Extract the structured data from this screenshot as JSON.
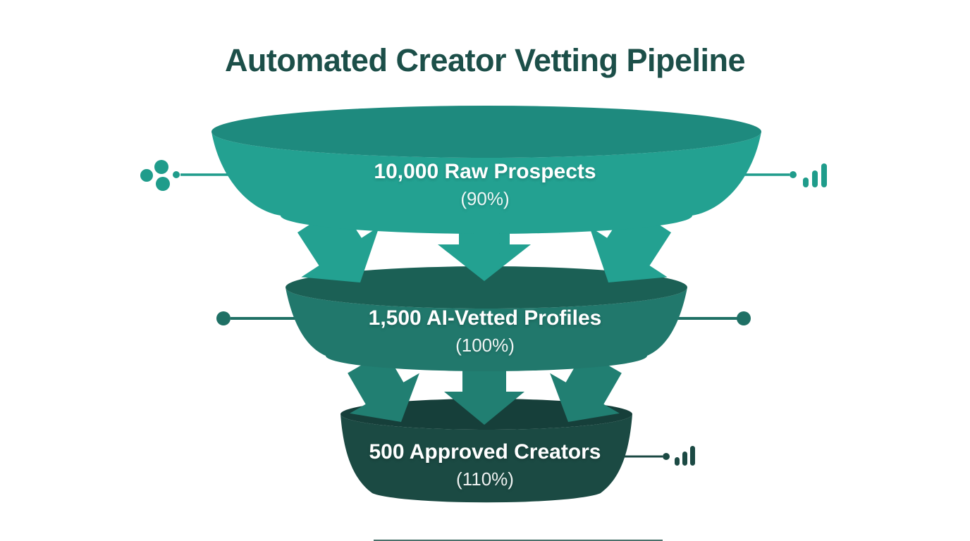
{
  "title": "Automated Creator Vetting Pipeline",
  "stages": [
    {
      "label": "10,000 Raw Prospects",
      "percent": "(90%)"
    },
    {
      "label": "1,500 AI-Vetted Profiles",
      "percent": "(100%)"
    },
    {
      "label": "500 Approved Creators",
      "percent": "(110%)"
    }
  ],
  "colors": {
    "background": "#ffffff",
    "title_text": "#1c4f49",
    "stage1_body": "#23a191",
    "stage1_top": "#1e8a7e",
    "stage2_body": "#21786c",
    "stage2_top": "#1b6055",
    "stage3_body": "#1b4a43",
    "stage3_top": "#163f3a",
    "arrows1": "#23a191",
    "arrows2": "#217f72",
    "connector1": "#1f9c8b",
    "connector2": "#1f7065",
    "connector3": "#1c4a44",
    "stage_text": "#ffffff"
  },
  "icons": [
    "dots-cluster-icon",
    "bar-chart-icon-top",
    "bar-chart-icon-bottom"
  ],
  "chart_data": {
    "type": "funnel",
    "title": "Automated Creator Vetting Pipeline",
    "stages": [
      {
        "label": "10,000 Raw Prospects",
        "value": 10000,
        "percent_label": "(90%)"
      },
      {
        "label": "1,500 AI-Vetted Profiles",
        "value": 1500,
        "percent_label": "(100%)"
      },
      {
        "label": "500 Approved Creators",
        "value": 500,
        "percent_label": "(110%)"
      }
    ],
    "layout": {
      "orientation": "vertical",
      "stage_connectors": "triple-arrows",
      "background": "white"
    }
  }
}
